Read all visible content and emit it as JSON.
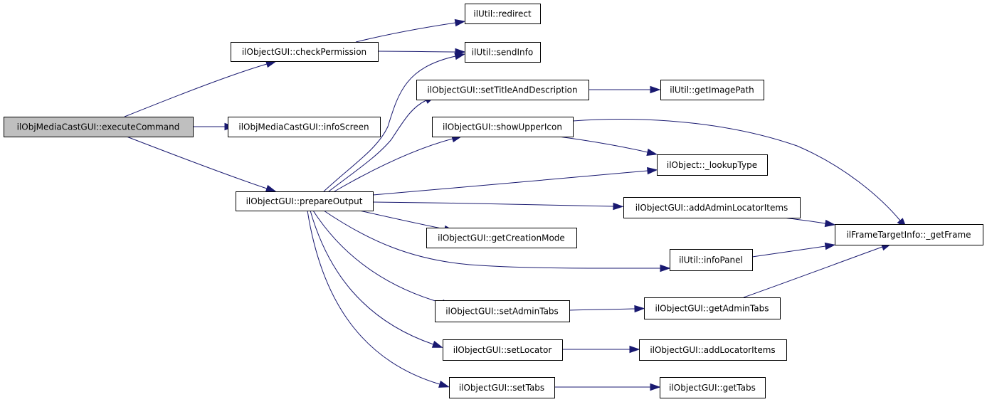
{
  "colors": {
    "edge": "#191970",
    "root_fill": "#bfbfbf",
    "node_fill": "#ffffff",
    "node_border": "#000000"
  },
  "nodes": [
    {
      "id": "executeCommand",
      "label": "ilObjMediaCastGUI::executeCommand",
      "root": true
    },
    {
      "id": "checkPermission",
      "label": "ilObjectGUI::checkPermission"
    },
    {
      "id": "infoScreen",
      "label": "ilObjMediaCastGUI::infoScreen"
    },
    {
      "id": "prepareOutput",
      "label": "ilObjectGUI::prepareOutput"
    },
    {
      "id": "redirect",
      "label": "ilUtil::redirect"
    },
    {
      "id": "sendInfo",
      "label": "ilUtil::sendInfo"
    },
    {
      "id": "setTitleAndDescription",
      "label": "ilObjectGUI::setTitleAndDescription"
    },
    {
      "id": "showUpperIcon",
      "label": "ilObjectGUI::showUpperIcon"
    },
    {
      "id": "getImagePath",
      "label": "ilUtil::getImagePath"
    },
    {
      "id": "lookupType",
      "label": "ilObject::_lookupType"
    },
    {
      "id": "addAdminLocatorItems",
      "label": "ilObjectGUI::addAdminLocatorItems"
    },
    {
      "id": "getCreationMode",
      "label": "ilObjectGUI::getCreationMode"
    },
    {
      "id": "infoPanel",
      "label": "ilUtil::infoPanel"
    },
    {
      "id": "getFrame",
      "label": "ilFrameTargetInfo::_getFrame"
    },
    {
      "id": "setAdminTabs",
      "label": "ilObjectGUI::setAdminTabs"
    },
    {
      "id": "getAdminTabs",
      "label": "ilObjectGUI::getAdminTabs"
    },
    {
      "id": "setLocator",
      "label": "ilObjectGUI::setLocator"
    },
    {
      "id": "addLocatorItems",
      "label": "ilObjectGUI::addLocatorItems"
    },
    {
      "id": "setTabs",
      "label": "ilObjectGUI::setTabs"
    },
    {
      "id": "getTabs",
      "label": "ilObjectGUI::getTabs"
    }
  ],
  "edges": [
    [
      "executeCommand",
      "checkPermission"
    ],
    [
      "executeCommand",
      "infoScreen"
    ],
    [
      "executeCommand",
      "prepareOutput"
    ],
    [
      "checkPermission",
      "redirect"
    ],
    [
      "checkPermission",
      "sendInfo"
    ],
    [
      "prepareOutput",
      "sendInfo"
    ],
    [
      "prepareOutput",
      "setTitleAndDescription"
    ],
    [
      "prepareOutput",
      "showUpperIcon"
    ],
    [
      "prepareOutput",
      "lookupType"
    ],
    [
      "prepareOutput",
      "addAdminLocatorItems"
    ],
    [
      "prepareOutput",
      "getCreationMode"
    ],
    [
      "prepareOutput",
      "infoPanel"
    ],
    [
      "prepareOutput",
      "setAdminTabs"
    ],
    [
      "prepareOutput",
      "setLocator"
    ],
    [
      "prepareOutput",
      "setTabs"
    ],
    [
      "setTitleAndDescription",
      "getImagePath"
    ],
    [
      "showUpperIcon",
      "lookupType"
    ],
    [
      "showUpperIcon",
      "getFrame"
    ],
    [
      "addAdminLocatorItems",
      "getFrame"
    ],
    [
      "infoPanel",
      "getFrame"
    ],
    [
      "setAdminTabs",
      "getAdminTabs"
    ],
    [
      "getAdminTabs",
      "getFrame"
    ],
    [
      "setLocator",
      "addLocatorItems"
    ],
    [
      "setTabs",
      "getTabs"
    ]
  ]
}
